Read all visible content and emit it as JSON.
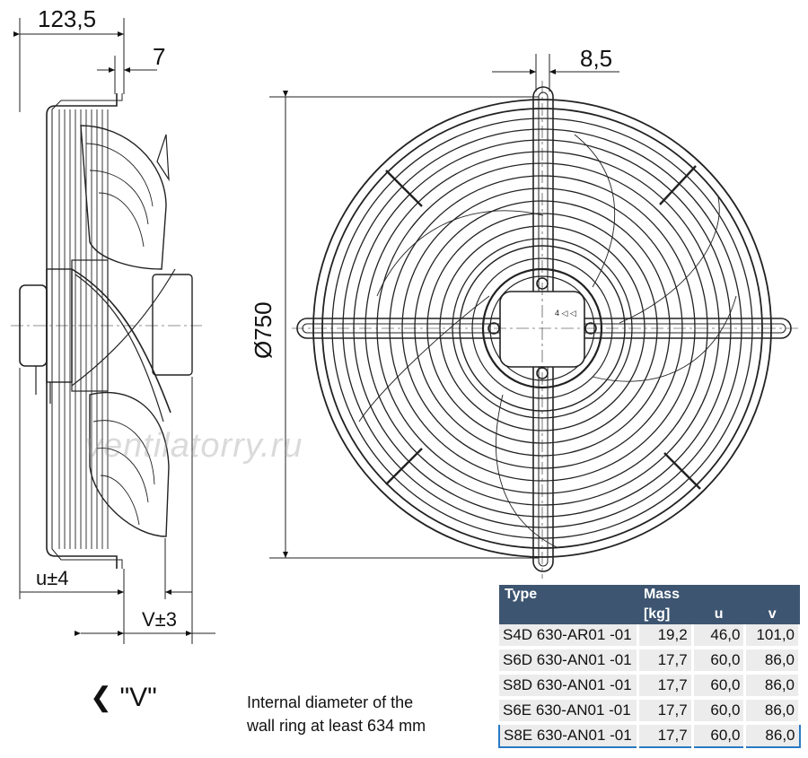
{
  "dimensions": {
    "d1": "123,5",
    "d2": "7",
    "d3": "8,5",
    "d4": "Ø750",
    "d5": "u±4",
    "d6": "V±3"
  },
  "view_label": "❮ \"V\"",
  "note": {
    "line1": "Internal diameter of the",
    "line2": "wall ring at least 634 mm"
  },
  "watermark": "ventilatorry.ru",
  "table": {
    "headers": {
      "type": "Type",
      "mass": "Mass",
      "mass_unit": "[kg]",
      "u": "u",
      "v": "v"
    },
    "rows": [
      {
        "type": "S4D 630-AR01 -01",
        "mass": "19,2",
        "u": "46,0",
        "v": "101,0"
      },
      {
        "type": "S6D 630-AN01 -01",
        "mass": "17,7",
        "u": "60,0",
        "v": "86,0"
      },
      {
        "type": "S8D 630-AN01 -01",
        "mass": "17,7",
        "u": "60,0",
        "v": "86,0"
      },
      {
        "type": "S6E 630-AN01 -01",
        "mass": "17,7",
        "u": "60,0",
        "v": "86,0"
      },
      {
        "type": "S8E 630-AN01 -01",
        "mass": "17,7",
        "u": "60,0",
        "v": "86,0"
      }
    ],
    "highlight_color": "#2a7ac4",
    "header_color": "#3d5570"
  }
}
